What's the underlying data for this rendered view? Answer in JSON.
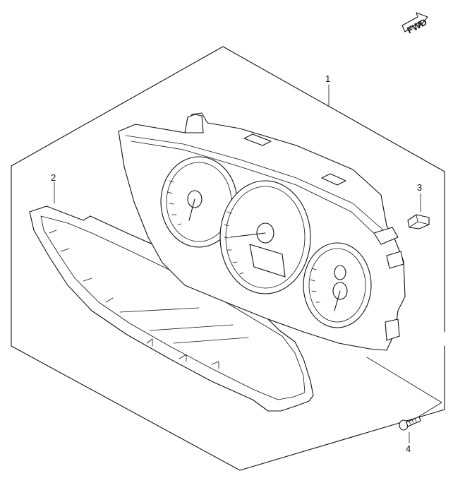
{
  "direction_badge": {
    "text": "FWD"
  },
  "callouts": [
    {
      "id": "1",
      "label": "1"
    },
    {
      "id": "2",
      "label": "2"
    },
    {
      "id": "3",
      "label": "3"
    },
    {
      "id": "4",
      "label": "4"
    }
  ],
  "colors": {
    "line": "#111111",
    "background": "#ffffff"
  }
}
